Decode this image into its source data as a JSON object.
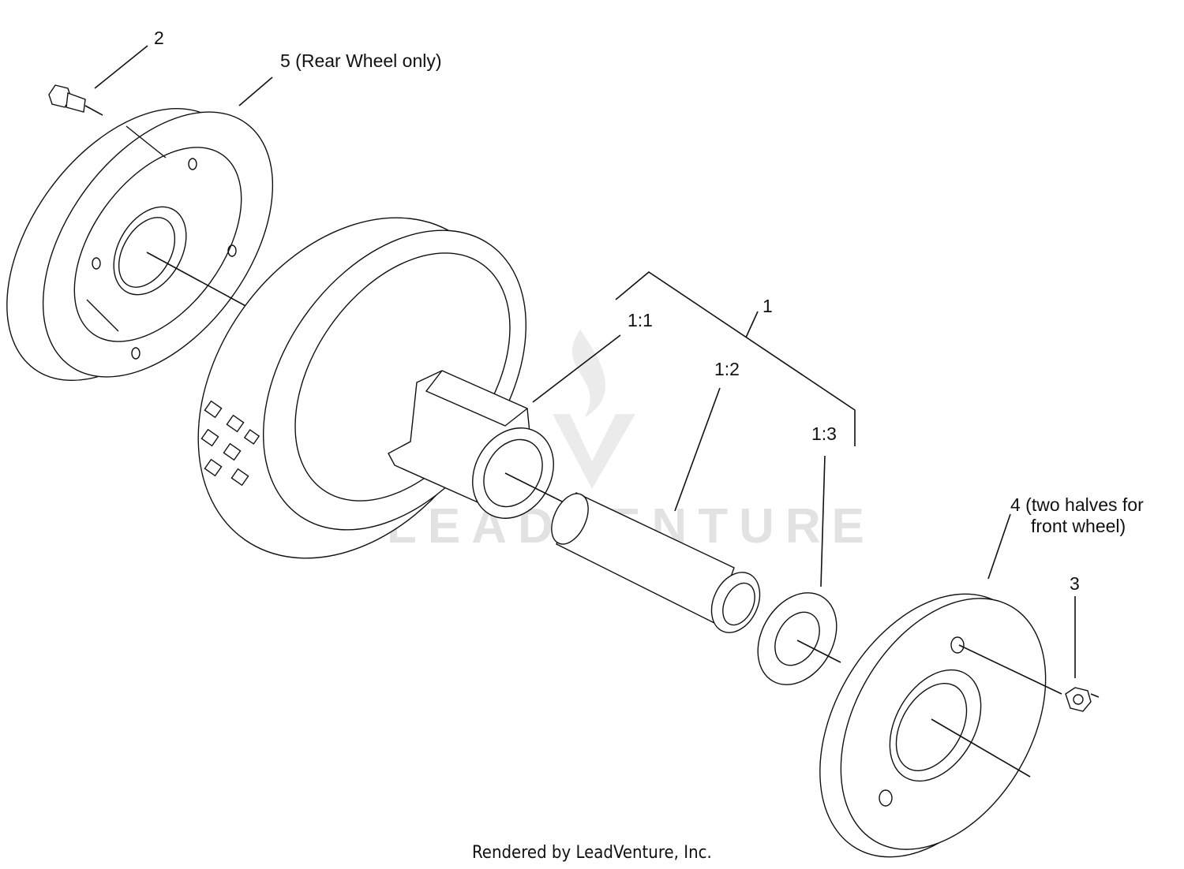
{
  "labels": {
    "item_2": "2",
    "item_5": "5  (Rear Wheel only)",
    "item_1": "1",
    "item_1_1": "1:1",
    "item_1_2": "1:2",
    "item_1_3": "1:3",
    "item_4_line1": "4  (two halves for",
    "item_4_line2": "front wheel)",
    "item_3": "3"
  },
  "watermark": "LEADVENTURE",
  "footer": "Rendered by LeadVenture, Inc.",
  "colors": {
    "line": "#111111",
    "watermark": "#e2e2e2"
  }
}
